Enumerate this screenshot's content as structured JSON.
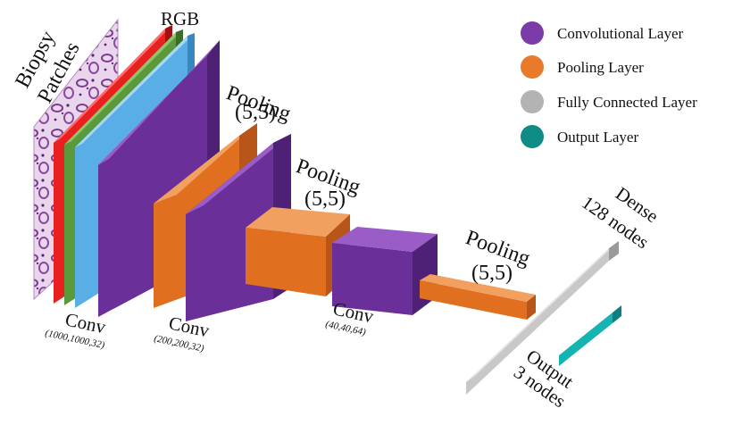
{
  "labels": {
    "biopsy_line1": "Biopsy",
    "biopsy_line2": "Patches",
    "rgb": "RGB",
    "pooling1": "Pooling",
    "pooling1_size": "(5,5)",
    "pooling2": "Pooling",
    "pooling2_size": "(5,5)",
    "pooling3": "Pooling",
    "pooling3_size": "(5,5)",
    "conv1": "Conv",
    "conv1_dims": "(1000,1000,32)",
    "conv2": "Conv",
    "conv2_dims": "(200,200,32)",
    "conv3": "Conv",
    "conv3_dims": "(40,40,64)",
    "dense_line1": "Dense",
    "dense_line2": "128 nodes",
    "output_line1": "Output",
    "output_line2": "3 nodes"
  },
  "legend": [
    {
      "label": "Convolutional Layer",
      "color": "#7a3aa8"
    },
    {
      "label": "Pooling Layer",
      "color": "#e87a2b"
    },
    {
      "label": "Fully Connected Layer",
      "color": "#b3b3b3"
    },
    {
      "label": "Output Layer",
      "color": "#0f8c86"
    }
  ],
  "colors": {
    "conv_front": "#6a2f98",
    "conv_top": "#9a5cc7",
    "conv_side": "#4f2176",
    "pool_front": "#e06f1f",
    "pool_top": "#f2a060",
    "pool_side": "#b8561a",
    "dense_front": "#c8c8c8",
    "dense_top": "#e6e6e6",
    "dense_side": "#9a9a9a",
    "output_front": "#16b3b3",
    "output_top": "#4fe0e0",
    "output_side": "#0e8080",
    "rgb_red": "#e8201f",
    "rgb_green": "#5a9a3a",
    "rgb_blue": "#5aaee6"
  }
}
